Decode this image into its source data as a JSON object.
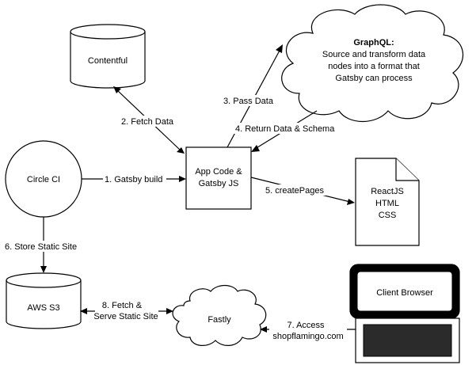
{
  "nodes": {
    "contentful": {
      "label": "Contentful"
    },
    "graphql": {
      "title": "GraphQL:",
      "lines": [
        "Source and transform data",
        "nodes into a format that",
        "Gatsby can process"
      ]
    },
    "circle_ci": {
      "label": "Circle CI"
    },
    "app_code": {
      "lines": [
        "App Code &",
        "Gatsby JS"
      ]
    },
    "output_doc": {
      "lines": [
        "ReactJS",
        "HTML",
        "CSS"
      ]
    },
    "aws_s3": {
      "label": "AWS S3"
    },
    "fastly": {
      "label": "Fastly"
    },
    "client_browser": {
      "label": "Client Browser"
    }
  },
  "edges": {
    "fetch_data": {
      "label": "2. Fetch Data"
    },
    "pass_data": {
      "label": "3. Pass Data"
    },
    "return_data": {
      "label": "4. Return Data & Schema"
    },
    "gatsby_build": {
      "label": "1. Gatsby build"
    },
    "create_pages": {
      "label": "5. createPages"
    },
    "store_static": {
      "label": "6. Store Static Site"
    },
    "fetch_serve": {
      "lines": [
        "8. Fetch &",
        "Serve Static Site"
      ]
    },
    "access": {
      "lines": [
        "7. Access",
        "shopflamingo.com"
      ]
    }
  }
}
